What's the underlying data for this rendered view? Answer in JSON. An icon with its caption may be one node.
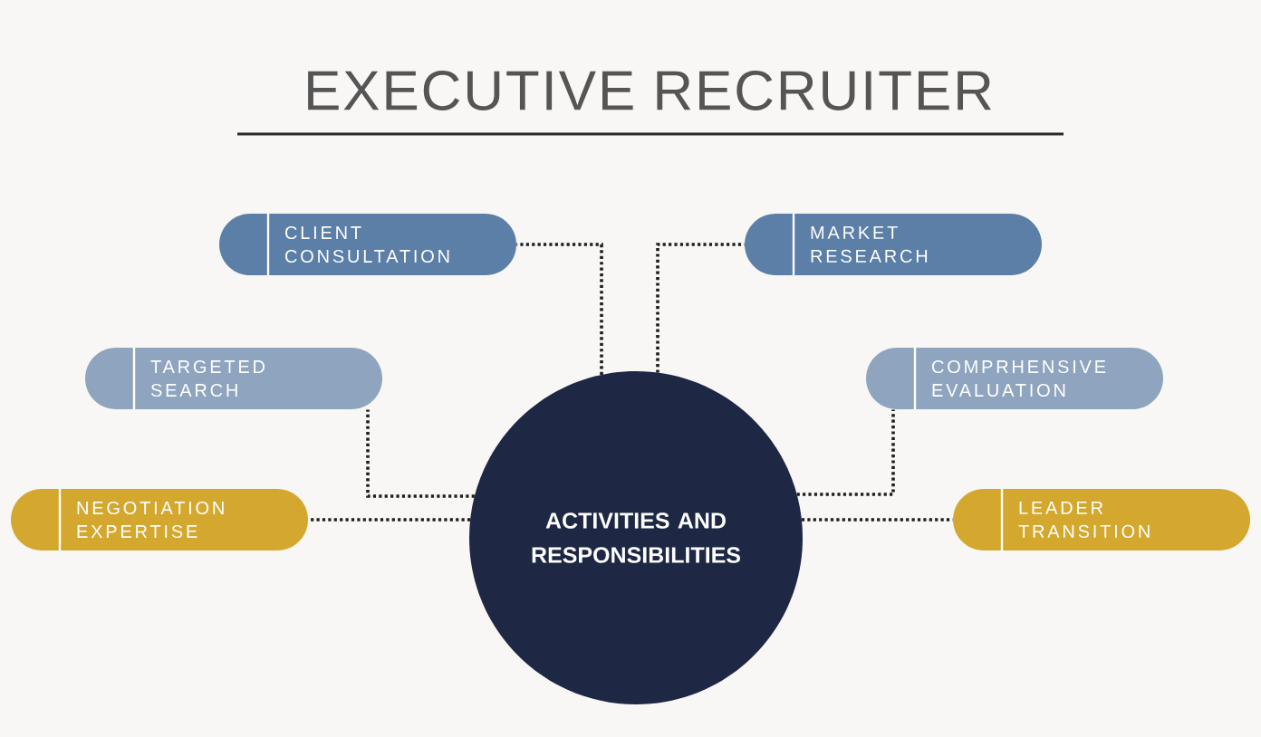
{
  "diagram": {
    "title": "EXECUTIVE RECRUITER",
    "nodes": [
      {
        "text": [
          "CLIENT CONSULTATION"
        ]
      },
      {
        "text": [
          "MARKET RESEARCH"
        ]
      },
      {
        "text": [
          "TARGETED SEARCH"
        ]
      },
      {
        "text": [
          "COMPRHENSIVE EVALUATION"
        ]
      },
      {
        "text": [
          "ACTIVITIES AND RESPONSIBILITIES"
        ]
      },
      {
        "text": [
          "NEGOTIATION EXPERTISE"
        ]
      },
      {
        "text": [
          "LEADER TRANSITION"
        ]
      }
    ],
    "edges": [
      {
        "from": 4,
        "to": 0,
        "arrow": "none"
      },
      {
        "from": 4,
        "to": 1,
        "arrow": "none"
      },
      {
        "from": 4,
        "to": 2,
        "arrow": "none"
      },
      {
        "from": 4,
        "to": 3,
        "arrow": "none"
      },
      {
        "from": 4,
        "to": 5,
        "arrow": "none"
      },
      {
        "from": 4,
        "to": 6,
        "arrow": "none"
      }
    ]
  }
}
